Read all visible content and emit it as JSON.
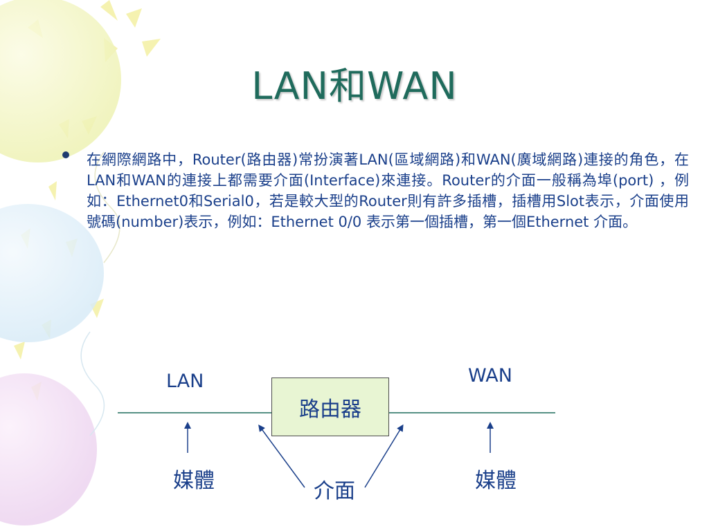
{
  "slide": {
    "title": "LAN和WAN",
    "bullet": "在網際網路中，Router(路由器)常扮演著LAN(區域網路)和WAN(廣域網路)連接的角色，在LAN和WAN的連接上都需要介面(Interface)來連接。Router的介面一般稱為埠(port) ，例如：Ethernet0和Serial0，若是較大型的Router則有許多插槽，插槽用Slot表示，介面使用號碼(number)表示，例如：Ethernet 0/0 表示第一個插槽，第一個Ethernet 介面。"
  },
  "diagram": {
    "lan_label": "LAN",
    "wan_label": "WAN",
    "router_label": "路由器",
    "interface_label": "介面",
    "media_left_label": "媒體",
    "media_right_label": "媒體"
  },
  "colors": {
    "title": "#1f6b5c",
    "text": "#1a3f8a",
    "router_fill": "#e8f5d3",
    "line": "#1f6b5c",
    "arrow": "#1a3f8a"
  }
}
